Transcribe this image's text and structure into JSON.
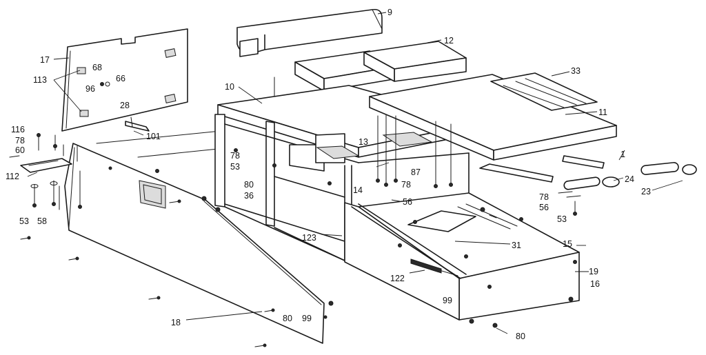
{
  "callouts": [
    {
      "id": "c9",
      "text": "9"
    },
    {
      "id": "c12",
      "text": "12"
    },
    {
      "id": "c33",
      "text": "33"
    },
    {
      "id": "c10",
      "text": "10"
    },
    {
      "id": "c11",
      "text": "11"
    },
    {
      "id": "c17",
      "text": "17"
    },
    {
      "id": "c68",
      "text": "68"
    },
    {
      "id": "c113",
      "text": "113"
    },
    {
      "id": "c66",
      "text": "66"
    },
    {
      "id": "c96",
      "text": "96"
    },
    {
      "id": "c28",
      "text": "28"
    },
    {
      "id": "c101",
      "text": "101"
    },
    {
      "id": "c116",
      "text": "116"
    },
    {
      "id": "c78a",
      "text": "78"
    },
    {
      "id": "c60",
      "text": "60"
    },
    {
      "id": "c112",
      "text": "112"
    },
    {
      "id": "c53a",
      "text": "53"
    },
    {
      "id": "c58",
      "text": "58"
    },
    {
      "id": "c78b",
      "text": "78"
    },
    {
      "id": "c53b",
      "text": "53"
    },
    {
      "id": "c13",
      "text": "13"
    },
    {
      "id": "c87",
      "text": "87"
    },
    {
      "id": "c14",
      "text": "14"
    },
    {
      "id": "c78c",
      "text": "78"
    },
    {
      "id": "c56a",
      "text": "56"
    },
    {
      "id": "c80a",
      "text": "80"
    },
    {
      "id": "c36",
      "text": "36"
    },
    {
      "id": "c1",
      "text": "1"
    },
    {
      "id": "c24",
      "text": "24"
    },
    {
      "id": "c23",
      "text": "23"
    },
    {
      "id": "c78d",
      "text": "78"
    },
    {
      "id": "c56b",
      "text": "56"
    },
    {
      "id": "c53c",
      "text": "53"
    },
    {
      "id": "c31",
      "text": "31"
    },
    {
      "id": "c15",
      "text": "15"
    },
    {
      "id": "c123",
      "text": "123"
    },
    {
      "id": "c19",
      "text": "19"
    },
    {
      "id": "c122",
      "text": "122"
    },
    {
      "id": "c16",
      "text": "16"
    },
    {
      "id": "c99a",
      "text": "99"
    },
    {
      "id": "c18",
      "text": "18"
    },
    {
      "id": "c80b",
      "text": "80"
    },
    {
      "id": "c99b",
      "text": "99"
    },
    {
      "id": "c80c",
      "text": "80"
    }
  ]
}
